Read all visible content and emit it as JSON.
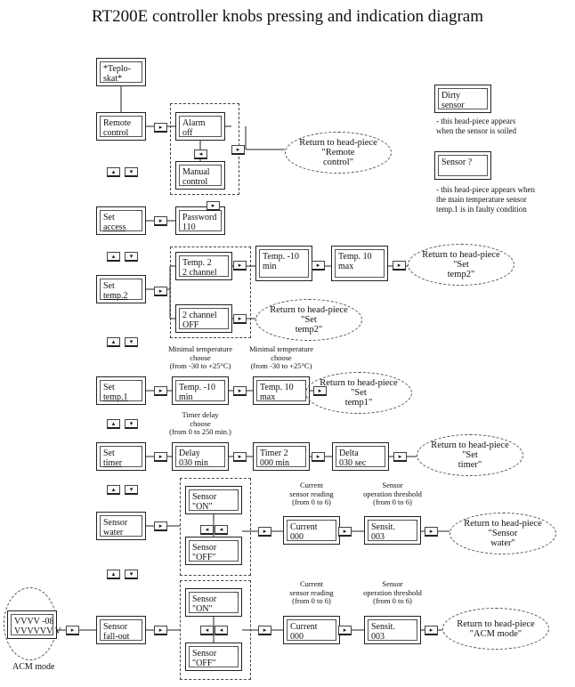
{
  "title": "RT200E controller knobs pressing and indication diagram",
  "lcd": {
    "teploskat": [
      "*Teplo-",
      "skat*"
    ],
    "remote": [
      "Remote",
      "control"
    ],
    "alarm": [
      "Alarm",
      "off"
    ],
    "manual": [
      "Manual",
      "control"
    ],
    "setaccess": [
      "Set",
      "access"
    ],
    "password": [
      "Password",
      "110"
    ],
    "settemp2": [
      "Set",
      "temp.2"
    ],
    "temp2ch": [
      "Temp. 2",
      "2 channel"
    ],
    "temp2min": [
      "Temp. -10",
      "min"
    ],
    "temp2max": [
      "Temp. 10",
      "max"
    ],
    "ch2off": [
      "2 channel",
      "OFF"
    ],
    "settemp1": [
      "Set",
      "temp.1"
    ],
    "temp1min": [
      "Temp. -10",
      "min"
    ],
    "temp1max": [
      "Temp. 10",
      "max"
    ],
    "settimer": [
      "Set",
      "timer"
    ],
    "delay": [
      "Delay",
      "030 min"
    ],
    "timer2": [
      "Timer 2",
      "000 min"
    ],
    "delta": [
      "Delta",
      "030 sec"
    ],
    "sensorwater": [
      "Sensor",
      "water"
    ],
    "w_on": [
      "Sensor",
      "\"ON\""
    ],
    "w_off": [
      "Sensor",
      "\"OFF\""
    ],
    "w_current": [
      "Current",
      "000"
    ],
    "w_sensit": [
      "Sensit.",
      "003"
    ],
    "sensorfall": [
      "Sensor",
      "fall-out"
    ],
    "f_on": [
      "Sensor",
      "\"ON\""
    ],
    "f_off": [
      "Sensor",
      "\"OFF\""
    ],
    "f_current": [
      "Current",
      "000"
    ],
    "f_sensit": [
      "Sensit.",
      "003"
    ],
    "acm": [
      "VVVV -08",
      "VVVVVV V"
    ],
    "dirty": [
      "Dirty",
      "sensor"
    ],
    "sensorq": [
      "Sensor ?",
      ""
    ]
  },
  "ovals": {
    "remote": [
      "Return to  head-piece",
      "\"Remote",
      "control\""
    ],
    "temp2a": [
      "Return to  head-piece",
      "\"Set",
      "temp2\""
    ],
    "temp2b": [
      "Return to  head-piece",
      "\"Set",
      "temp2\""
    ],
    "temp1": [
      "Return to  head-piece",
      "\"Set",
      "temp1\""
    ],
    "timer": [
      "Return to  head-piece",
      "\"Set",
      "timer\""
    ],
    "water": [
      "Return to  head-piece",
      "\"Sensor",
      "water\""
    ],
    "acm": [
      "Return to  head-piece",
      "\"ACM mode\""
    ]
  },
  "notes": {
    "dirty": [
      "- this head-piece appears",
      "  when the sensor is soiled"
    ],
    "sensorq": [
      "- this head-piece appears when",
      "  the main temperature  sensor",
      "  temp.1 is in faulty condition"
    ],
    "min_t": [
      "Minimal temperature",
      "choose",
      "(from -30 to +25°C)"
    ],
    "max_t": [
      "Minimal temperature",
      "choose",
      "(from -30 to +25°C)"
    ],
    "delay": [
      "Timer delay",
      "choose",
      "(from 0 to 250 min.)"
    ],
    "w_cur": [
      "Current",
      "sensor reading",
      "(from 0 to 6)"
    ],
    "w_thr": [
      "Sensor",
      "operation threshold",
      "(from  0 to 6)"
    ],
    "f_cur": [
      "Current",
      "sensor reading",
      "(from 0 to 6)"
    ],
    "f_thr": [
      "Sensor",
      "operation threshold",
      "(from  0 to 6)"
    ],
    "acm": "ACM mode"
  },
  "buttons": {
    "enter": "▸",
    "esc": "◂",
    "up": "▴",
    "down": "▾"
  }
}
